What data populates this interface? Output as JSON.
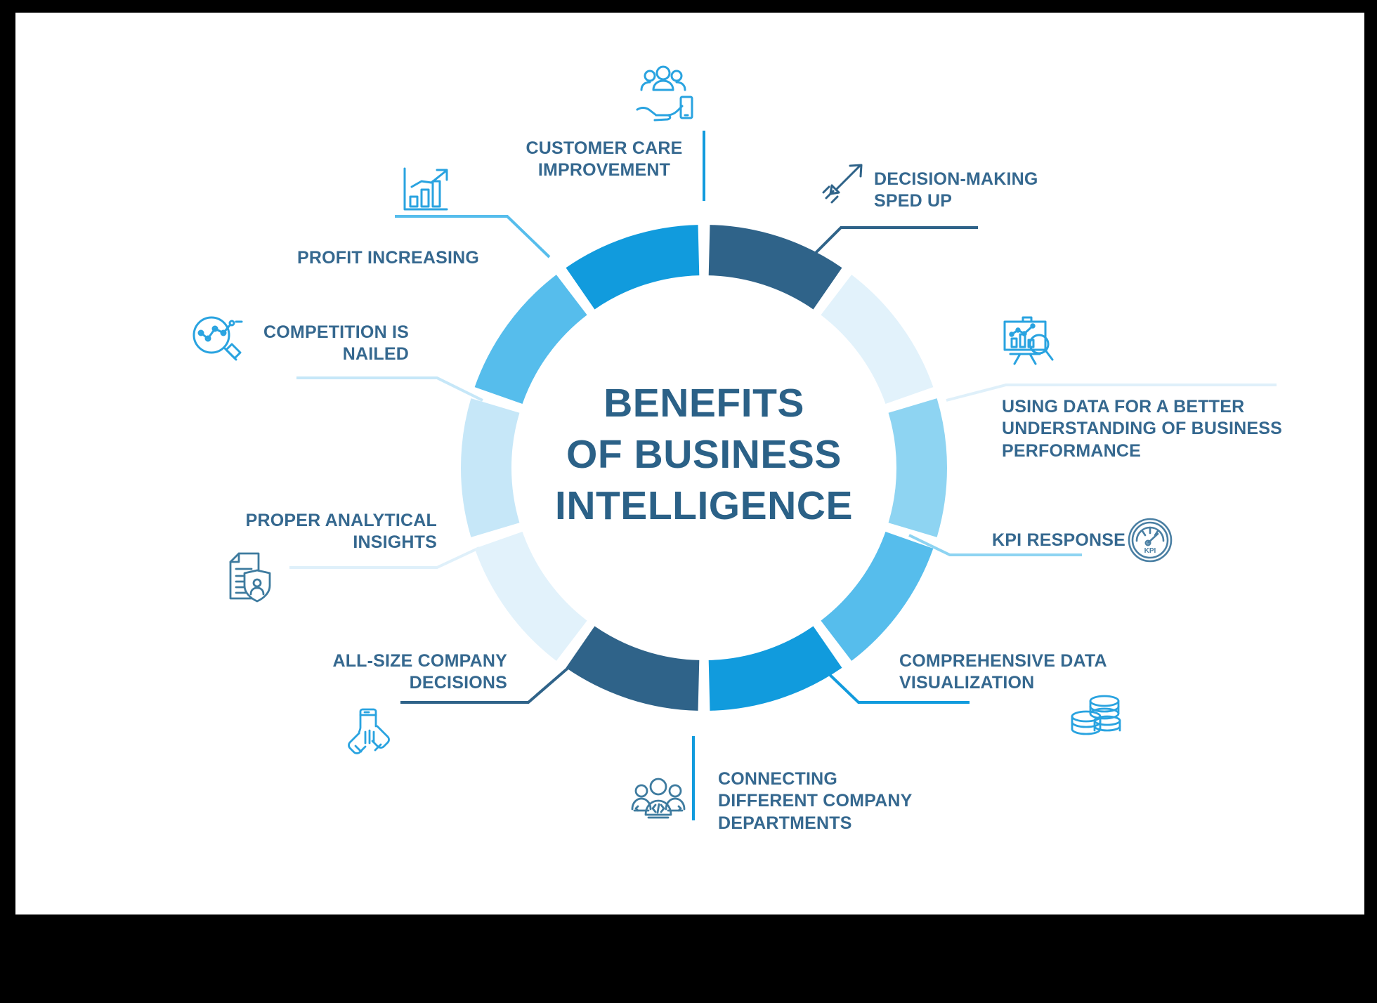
{
  "canvas": {
    "background": "#ffffff",
    "frame_color": "#000000"
  },
  "center": {
    "line1": "BENEFITS",
    "line2": "OF BUSINESS",
    "line3": "INTELLIGENCE",
    "color": "#2b6187"
  },
  "palette": {
    "dark_navy": "#2f6389",
    "bright_blue": "#119bdd",
    "mid_blue": "#56bdec",
    "light_blue": "#8ed4f2",
    "pale_blue": "#c6e7f8",
    "palest_blue": "#e2f2fb",
    "text_blue": "#35688f",
    "icon_blue": "#29a3e0"
  },
  "chart_data": {
    "type": "pie",
    "title": "BENEFITS OF BUSINESS INTELLIGENCE",
    "legend_position": "around",
    "categories": [
      "DECISION-MAKING SPED UP",
      "USING DATA FOR A BETTER UNDERSTANDING OF BUSINESS PERFORMANCE",
      "KPI RESPONSE",
      "COMPREHENSIVE DATA VISUALIZATION",
      "CONNECTING DIFFERENT COMPANY DEPARTMENTS",
      "ALL-SIZE COMPANY DECISIONS",
      "PROPER ANALYTICAL INSIGHTS",
      "COMPETITION IS NAILED",
      "PROFIT INCREASING",
      "CUSTOMER CARE IMPROVEMENT"
    ],
    "values": [
      10,
      10,
      10,
      10,
      10,
      10,
      10,
      10,
      10,
      10
    ],
    "colors": [
      "#2f6389",
      "#e2f2fb",
      "#8ed4f2",
      "#119bdd",
      "#119bdd",
      "#2f6389",
      "#e2f2fb",
      "#c6e7f8",
      "#56bdec",
      "#119bdd"
    ],
    "start_angle_deg": 0,
    "inner_radius_ratio": 0.82
  },
  "segments": [
    {
      "id": "decision",
      "start": 0,
      "end": 36,
      "color": "#2f6389"
    },
    {
      "id": "usingdata",
      "start": 36,
      "end": 72,
      "color": "#e2f2fb"
    },
    {
      "id": "kpi",
      "start": 72,
      "end": 108,
      "color": "#8ed4f2"
    },
    {
      "id": "compvis",
      "start": 108,
      "end": 144,
      "color": "#56bdec"
    },
    {
      "id": "connecting",
      "start": 144,
      "end": 180,
      "color": "#119bdd"
    },
    {
      "id": "allsize",
      "start": 180,
      "end": 216,
      "color": "#2f6389"
    },
    {
      "id": "proper",
      "start": 216,
      "end": 252,
      "color": "#e2f2fb"
    },
    {
      "id": "competition",
      "start": 252,
      "end": 288,
      "color": "#c6e7f8"
    },
    {
      "id": "profit",
      "start": 288,
      "end": 324,
      "color": "#56bdec"
    },
    {
      "id": "customer",
      "start": 324,
      "end": 360,
      "color": "#119bdd"
    }
  ],
  "labels": {
    "customer": {
      "lines": [
        "CUSTOMER CARE",
        "IMPROVEMENT"
      ],
      "icon": "customer-care-hand-icon"
    },
    "decision": {
      "lines": [
        "DECISION-MAKING",
        "SPED UP"
      ],
      "icon": "rocket-arrow-icon"
    },
    "usingdata": {
      "lines": [
        "USING DATA FOR A BETTER",
        "UNDERSTANDING OF BUSINESS",
        "PERFORMANCE"
      ],
      "icon": "presentation-chart-search-icon"
    },
    "kpi": {
      "lines": [
        "KPI RESPONSE"
      ],
      "icon": "kpi-gauge-icon"
    },
    "compvis": {
      "lines": [
        "COMPREHENSIVE DATA",
        "VISUALIZATION"
      ],
      "icon": "database-stack-icon"
    },
    "connecting": {
      "lines": [
        "CONNECTING",
        "DIFFERENT COMPANY",
        "DEPARTMENTS"
      ],
      "icon": "team-code-icon"
    },
    "allsize": {
      "lines": [
        "ALL-SIZE COMPANY",
        "DECISIONS"
      ],
      "icon": "handshake-icon"
    },
    "proper": {
      "lines": [
        "PROPER ANALYTICAL",
        "INSIGHTS"
      ],
      "icon": "document-profile-shield-icon"
    },
    "competition": {
      "lines": [
        "COMPETITION IS",
        "NAILED"
      ],
      "icon": "magnifier-chart-icon"
    },
    "profit": {
      "lines": [
        "PROFIT INCREASING"
      ],
      "icon": "bar-chart-growth-icon"
    }
  }
}
